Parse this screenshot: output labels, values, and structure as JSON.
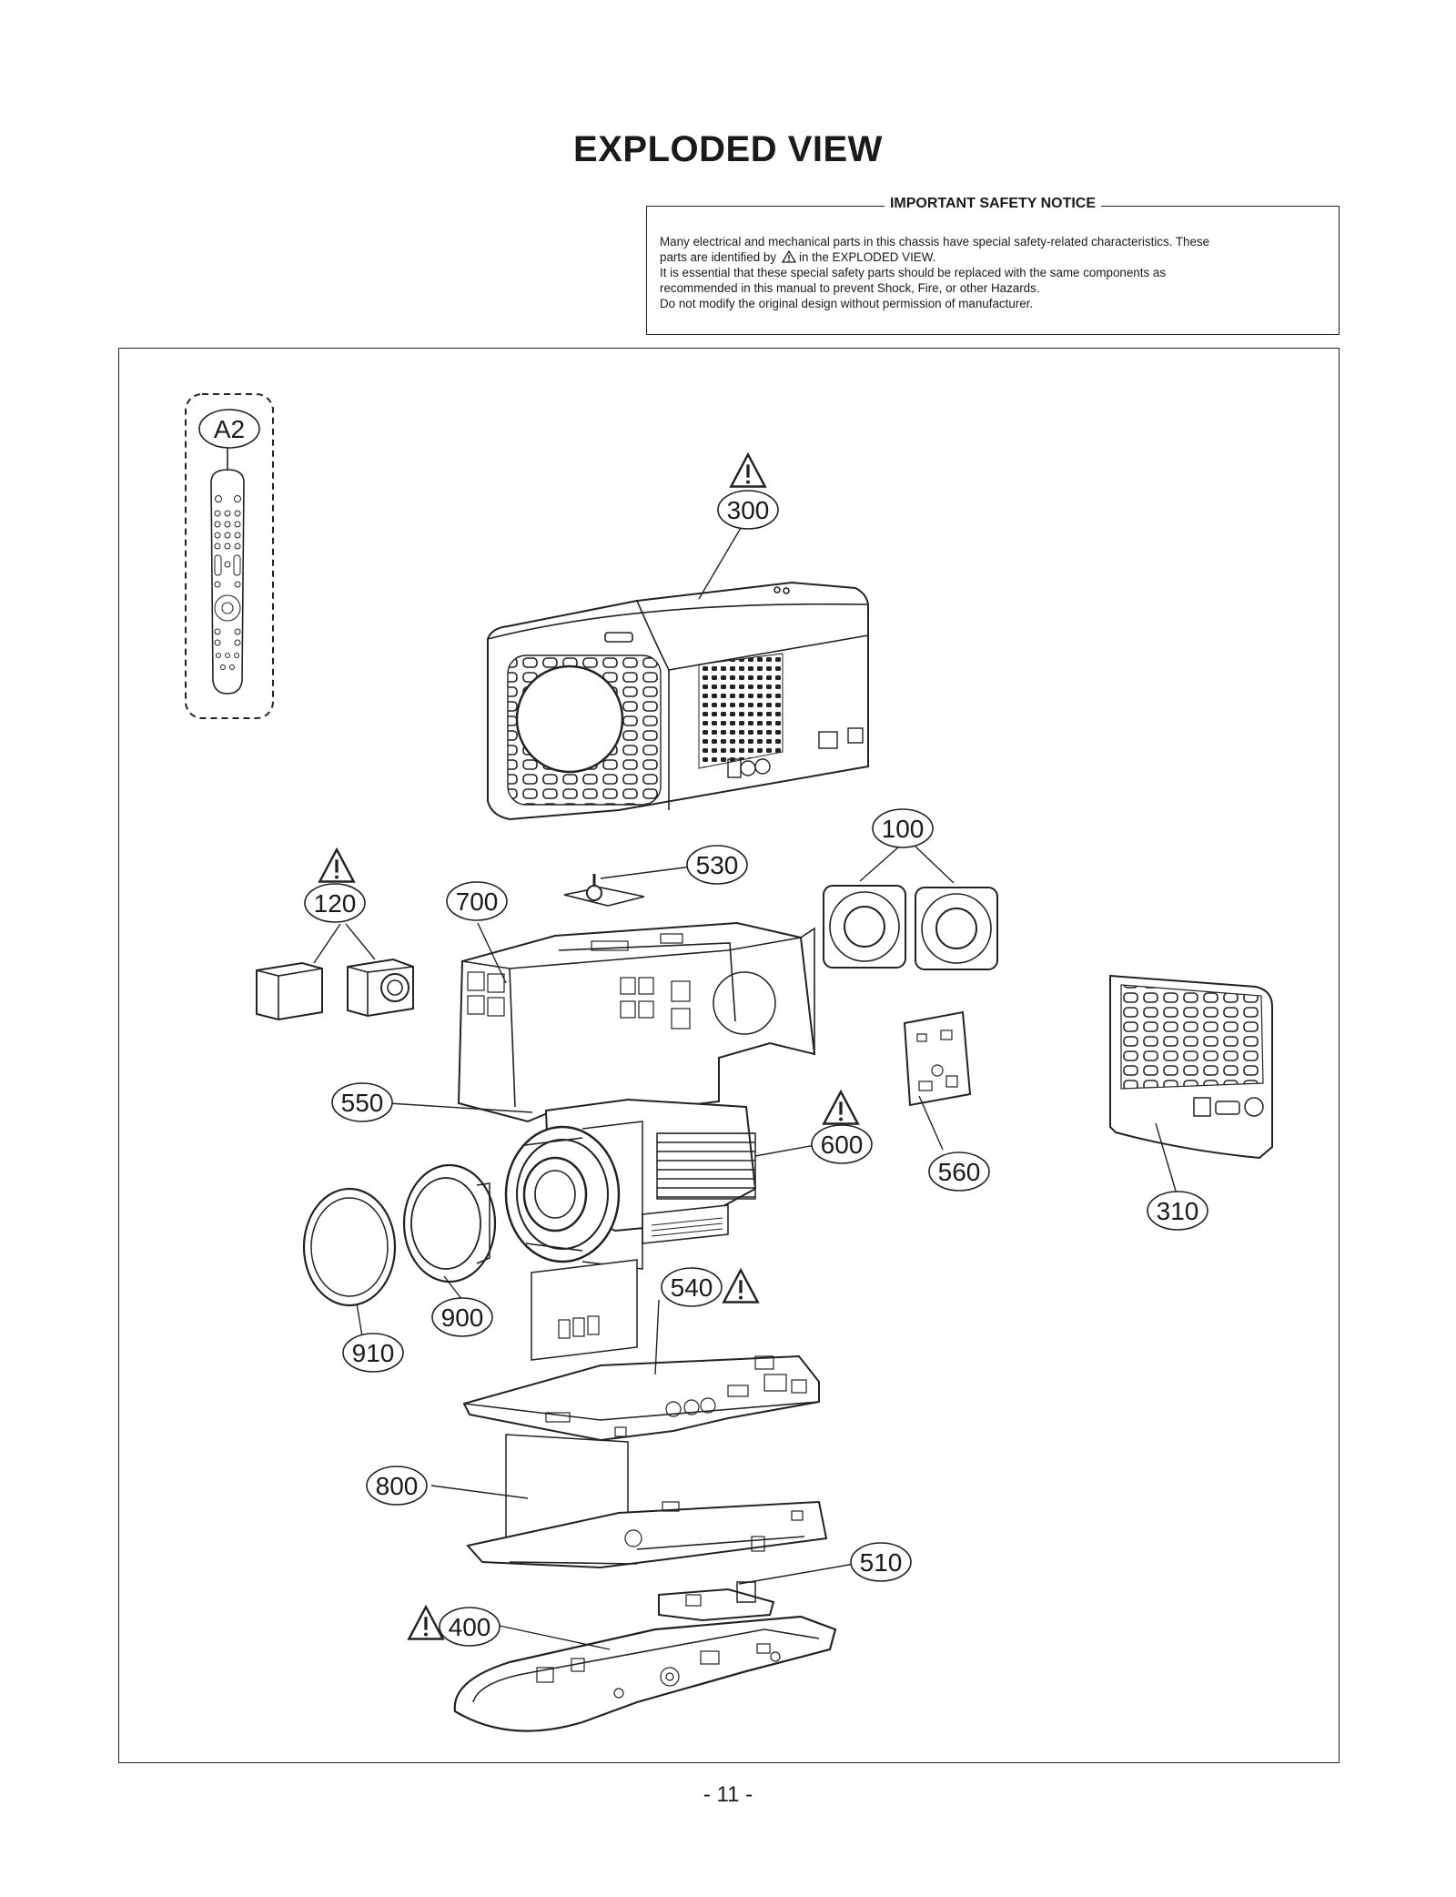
{
  "title": "EXPLODED VIEW",
  "safety_notice": {
    "heading": "IMPORTANT SAFETY NOTICE",
    "line1": "Many electrical and mechanical parts in this chassis have special safety-related characteristics. These",
    "line2_before": "parts are identified by",
    "line2_after": "in the EXPLODED VIEW.",
    "line3": "It is essential that these special safety parts should be replaced with the same components as",
    "line4": "recommended in this manual to prevent Shock, Fire, or other Hazards.",
    "line5": "Do not modify the original design without permission of manufacturer."
  },
  "callouts": {
    "a2": "A2",
    "p300": "300",
    "p100": "100",
    "p530": "530",
    "p120": "120",
    "p700": "700",
    "p550": "550",
    "p600": "600",
    "p560": "560",
    "p310": "310",
    "p900": "900",
    "p910": "910",
    "p540": "540",
    "p800": "800",
    "p510": "510",
    "p400": "400"
  },
  "safety_marked_parts": [
    "300",
    "120",
    "600",
    "540",
    "400"
  ],
  "icons": [
    "warning-triangle-icon"
  ],
  "page_number": "- 11 -"
}
